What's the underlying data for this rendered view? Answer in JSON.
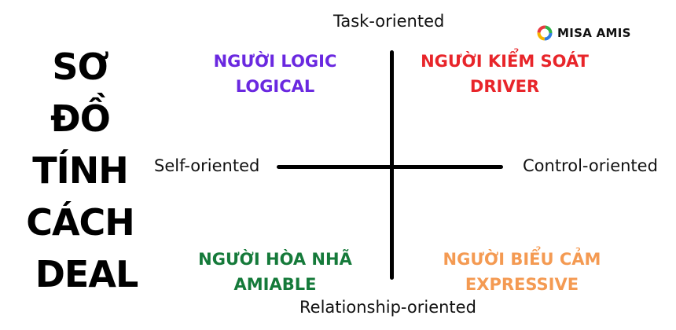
{
  "title_lines": [
    "SƠ",
    "ĐỒ",
    "TÍNH",
    "CÁCH",
    "DEAL"
  ],
  "axes": {
    "top": "Task-oriented",
    "bottom": "Relationship-oriented",
    "left": "Self-oriented",
    "right": "Control-oriented"
  },
  "quadrants": {
    "top_left": {
      "vi": "NGƯỜI LOGIC",
      "en": "LOGICAL",
      "color": "#6a28e0"
    },
    "top_right": {
      "vi": "NGƯỜI KIỂM SOÁT",
      "en": "DRIVER",
      "color": "#e8252a"
    },
    "bottom_left": {
      "vi": "NGƯỜI HÒA NHÃ",
      "en": "AMIABLE",
      "color": "#157a3a"
    },
    "bottom_right": {
      "vi": "NGƯỜI BIỂU CẢM",
      "en": "EXPRESSIVE",
      "color": "#f49a52"
    }
  },
  "logo": {
    "text": "MISA AMIS",
    "icon": "misa-ring-icon"
  }
}
